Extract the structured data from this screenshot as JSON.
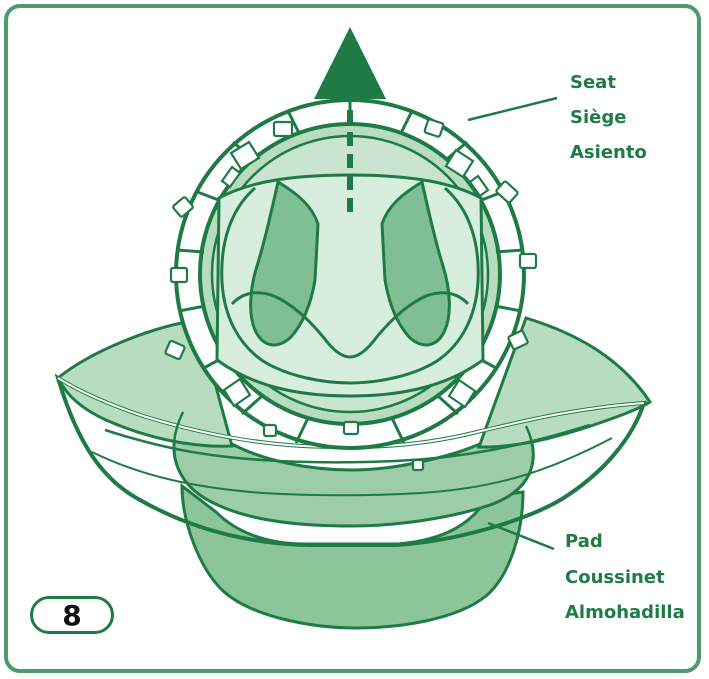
{
  "colors": {
    "border": "#4f9a6d",
    "label": "#1f7b45",
    "stroke": "#1f7b45",
    "light_fill": "#b8dcc0",
    "mid_fill": "#8cc59a",
    "dark_fill": "#6fb286",
    "arrow": "#1f7b45"
  },
  "icons": {
    "arrow": "up-arrow-icon",
    "seat": "seat-icon",
    "pad": "pad-icon"
  },
  "labels": {
    "seat": {
      "line1": "Seat",
      "line2": "Siège",
      "line3": "Asiento"
    },
    "pad": {
      "line1": "Pad",
      "line2": "Coussinet",
      "line3": "Almohadilla"
    }
  },
  "step": {
    "number": "8"
  }
}
